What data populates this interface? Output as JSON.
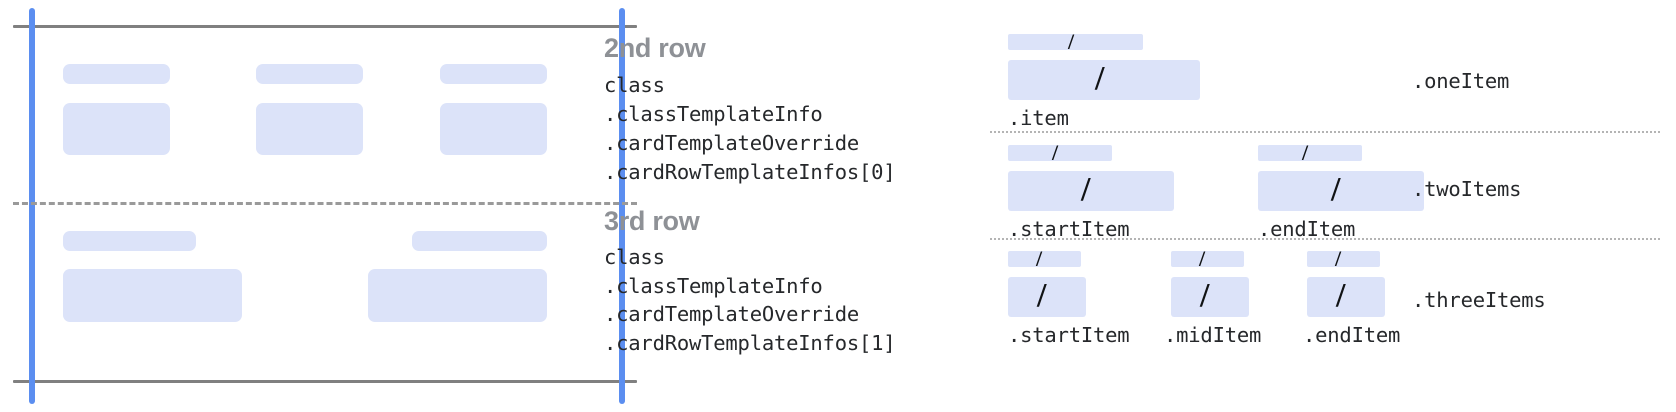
{
  "diagram": {
    "title_color": "#8e9196",
    "accent_blue": "#5b8ef0",
    "block_blue": "#dce3f9",
    "rule_gray": "#808080",
    "slash_glyph": "/",
    "rows": [
      {
        "heading": "2nd row",
        "code_lines": [
          "class",
          ".classTemplateInfo",
          ".cardTemplateOverride",
          ".cardRowTemplateInfos[0]"
        ],
        "columns": 3
      },
      {
        "heading": "3rd row",
        "code_lines": [
          "class",
          ".classTemplateInfo",
          ".cardTemplateOverride",
          ".cardRowTemplateInfos[1]"
        ],
        "columns": 2
      }
    ]
  },
  "layouts": [
    {
      "section_label": ".oneItem",
      "slots": [
        {
          "label": ".item"
        }
      ]
    },
    {
      "section_label": ".twoItems",
      "slots": [
        {
          "label": ".startItem"
        },
        {
          "label": ".endItem"
        }
      ]
    },
    {
      "section_label": ".threeItems",
      "slots": [
        {
          "label": ".startItem"
        },
        {
          "label": ".midItem"
        },
        {
          "label": ".endItem"
        }
      ]
    }
  ]
}
